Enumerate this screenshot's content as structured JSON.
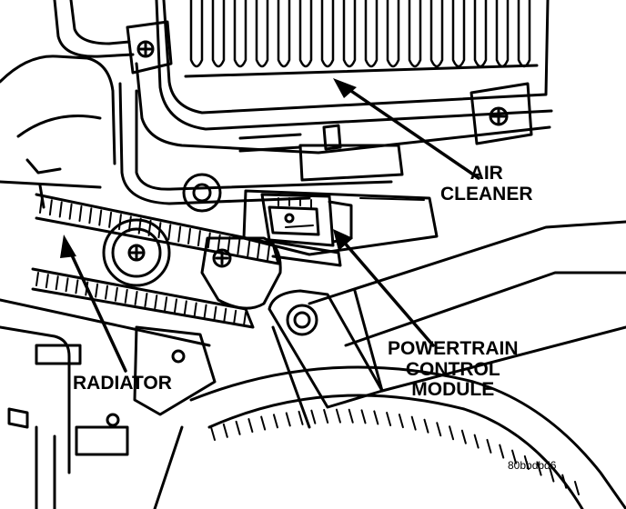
{
  "labels": {
    "air_cleaner": {
      "line1": "AIR",
      "line2": "CLEANER"
    },
    "pcm": {
      "line1": "POWERTRAIN",
      "line2": "CONTROL",
      "line3": "MODULE"
    },
    "radiator": "RADIATOR"
  },
  "figure_code": "80bbdbd6",
  "colors": {
    "ink": "#000000",
    "paper": "#ffffff"
  }
}
